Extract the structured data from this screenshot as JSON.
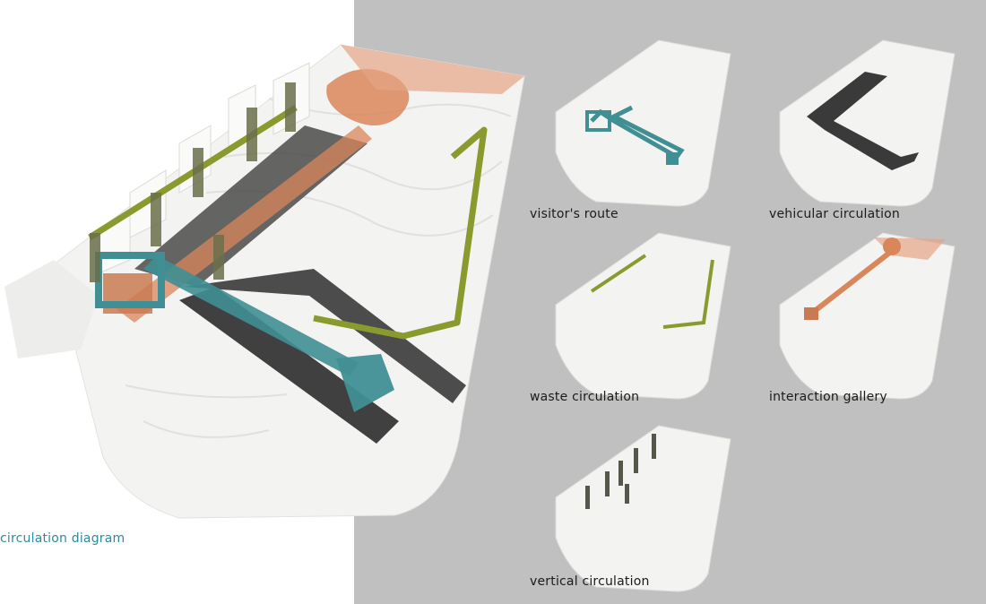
{
  "main_caption": "circulation diagram",
  "thumbnails": [
    {
      "id": "visitors-route",
      "label": "visitor's route",
      "accent": "#3f8f94"
    },
    {
      "id": "vehicular-circulation",
      "label": "vehicular circulation",
      "accent": "#3a3a3a"
    },
    {
      "id": "waste-circulation",
      "label": "waste circulation",
      "accent": "#8a9a2e"
    },
    {
      "id": "interaction-gallery",
      "label": "interaction gallery",
      "accent": "#d9865a"
    },
    {
      "id": "vertical-circulation",
      "label": "vertical circulation",
      "accent": "#55574a"
    }
  ],
  "colors": {
    "background": "#ffffff",
    "panel": "#c0c0c0",
    "model_white": "#f1f1ef",
    "teal": "#3f8f94",
    "olive": "#8a9a2e",
    "orange": "#d9865a",
    "dark_road": "#3a3a3a",
    "caption_blue": "#2f8aa0"
  }
}
